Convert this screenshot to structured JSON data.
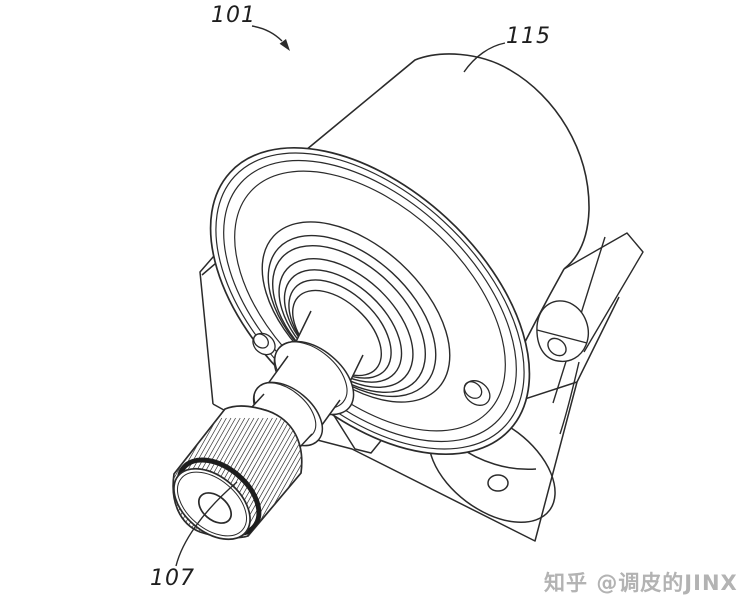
{
  "figure": {
    "type": "patent-line-drawing",
    "subject": "motor assembly on L-shaped mounting bracket with knurled shaft knob",
    "background_color": "#ffffff",
    "line_color": "#2b2b2b",
    "labels": [
      {
        "id": "ref-101",
        "text": "101",
        "target": "overall assembly"
      },
      {
        "id": "ref-115",
        "text": "115",
        "target": "cylindrical motor body"
      },
      {
        "id": "ref-107",
        "text": "107",
        "target": "knurled shaft knob"
      }
    ]
  },
  "watermark": {
    "site": "知乎",
    "handle": "@调皮的JINX",
    "color": "#b3b3b3"
  }
}
